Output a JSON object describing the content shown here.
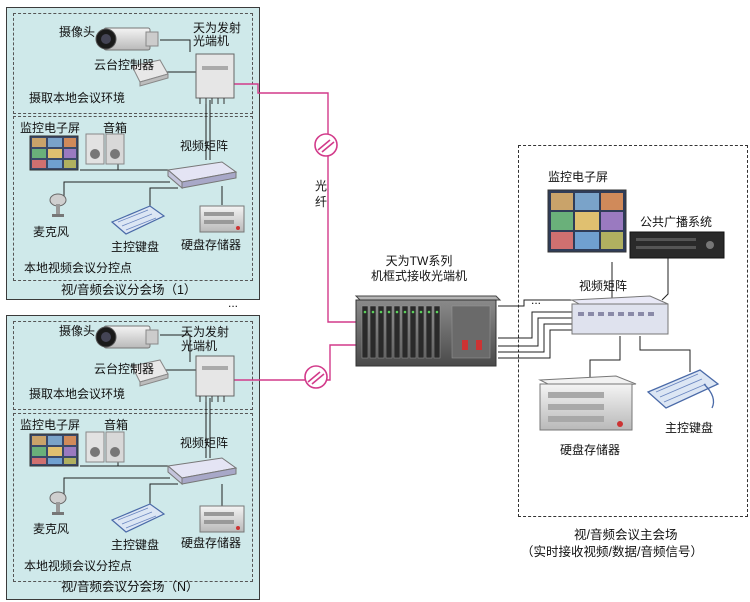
{
  "branch1": {
    "camera": "摄像头",
    "transmitter": "天为发射\n光端机",
    "ptz": "云台控制器",
    "capture_area": "摄取本地会议环境",
    "monitor": "监控电子屏",
    "speaker": "音箱",
    "matrix": "视频矩阵",
    "mic": "麦克风",
    "keyboard": "主控键盘",
    "storage": "硬盘存储器",
    "control_point": "本地视频会议分控点",
    "title": "视/音频会议分会场（1）"
  },
  "branch_n": {
    "camera": "摄像头",
    "transmitter": "天为发射\n光端机",
    "ptz": "云台控制器",
    "capture_area": "摄取本地会议环境",
    "monitor": "监控电子屏",
    "speaker": "音箱",
    "matrix": "视频矩阵",
    "mic": "麦克风",
    "keyboard": "主控键盘",
    "storage": "硬盘存储器",
    "control_point": "本地视频会议分控点",
    "title": "视/音频会议分会场（N）"
  },
  "center": {
    "fiber": "光\n纤",
    "receiver": "天为TW系列\n机框式接收光端机",
    "ellipsis_between": "...",
    "ellipsis_bus": "..."
  },
  "main": {
    "monitor": "监控电子屏",
    "broadcast": "公共广播系统",
    "matrix": "视频矩阵",
    "storage": "硬盘存储器",
    "keyboard": "主控键盘",
    "title": "视/音频会议主会场",
    "subtitle": "（实时接收视频/数据/音频信号）"
  },
  "colors": {
    "panel_bg": "#cfe9ea",
    "fiber": "#d23a8a",
    "wire": "#222222"
  }
}
